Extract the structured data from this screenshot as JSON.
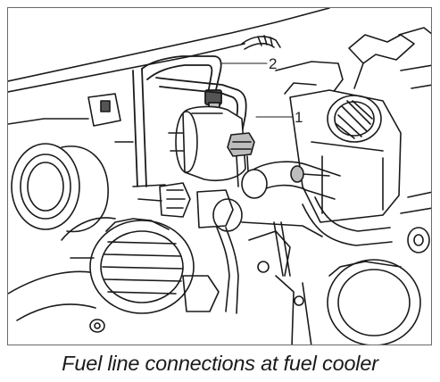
{
  "figure": {
    "callouts": [
      {
        "id": "1",
        "label": "1"
      },
      {
        "id": "2",
        "label": "2"
      }
    ],
    "caption": "Fuel line connections at fuel cooler"
  },
  "colors": {
    "line": "#1a1a1a",
    "shade": "#bdbdbd",
    "dark": "#555555"
  }
}
